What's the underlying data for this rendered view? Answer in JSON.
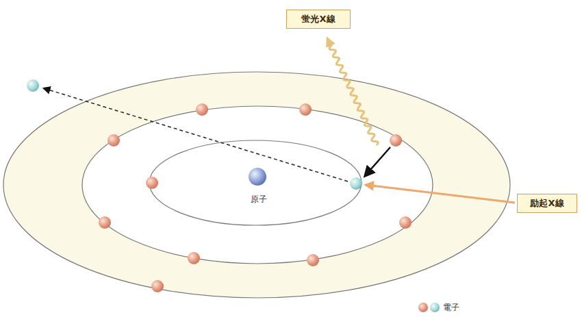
{
  "diagram": {
    "nodes": [
      {
        "text": [
          "蛍光X線"
        ]
      },
      {
        "text": [
          "励起X線"
        ]
      }
    ],
    "labels": [
      "原子"
    ],
    "legend": [
      {
        "text": "電子"
      }
    ]
  }
}
